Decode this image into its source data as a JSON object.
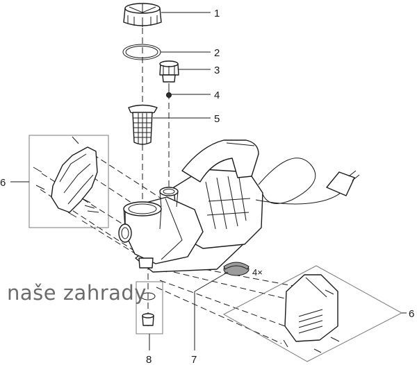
{
  "diagram": {
    "callouts": [
      {
        "id": "1",
        "label": "1"
      },
      {
        "id": "2",
        "label": "2"
      },
      {
        "id": "3",
        "label": "3"
      },
      {
        "id": "4",
        "label": "4"
      },
      {
        "id": "5",
        "label": "5"
      },
      {
        "id": "6L",
        "label": "6"
      },
      {
        "id": "6R",
        "label": "6"
      },
      {
        "id": "7",
        "label": "7"
      },
      {
        "id": "8",
        "label": "8"
      }
    ],
    "quantity_note": "4×",
    "watermark": "naše zahrady",
    "colors": {
      "line": "#1a1a1a",
      "watermark": "#6b6b6b",
      "pad": "#9c9c9c"
    }
  }
}
